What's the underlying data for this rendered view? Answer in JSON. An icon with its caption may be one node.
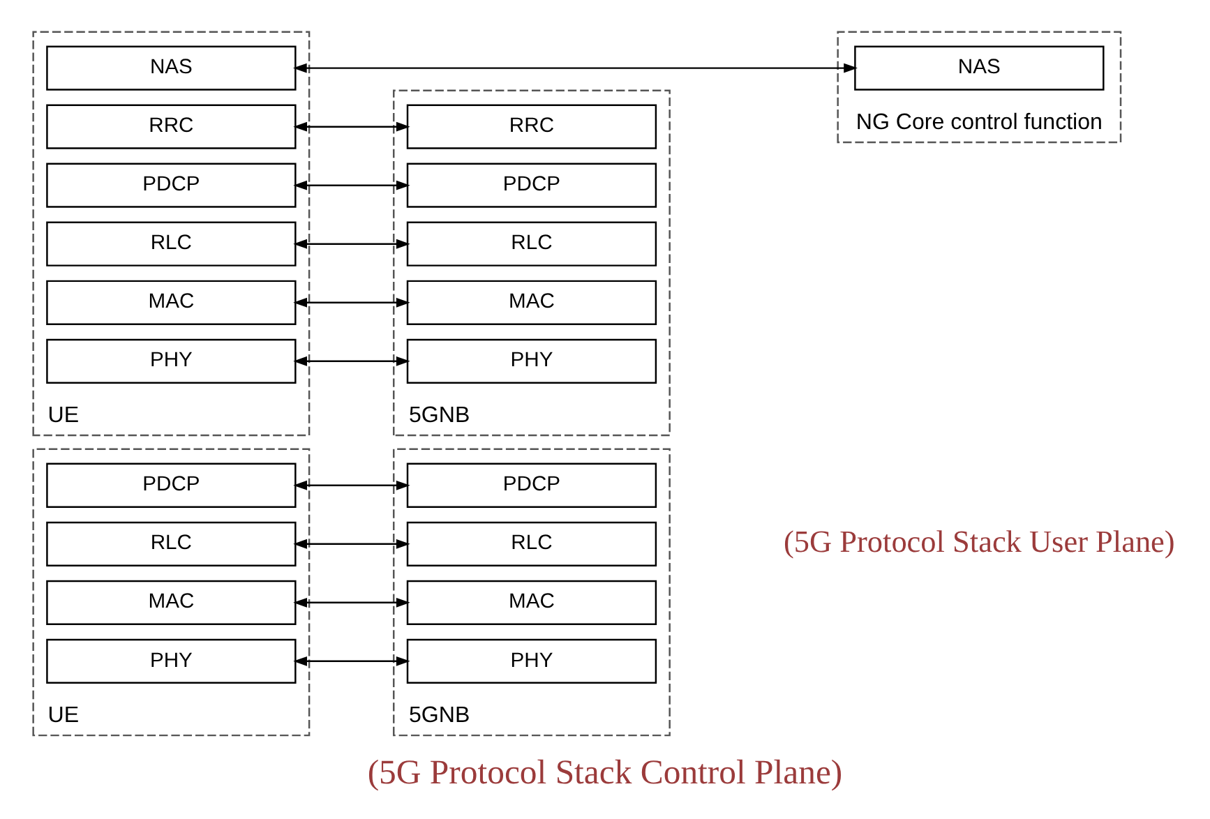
{
  "diagram": {
    "caption": "(5G Protocol Stack Control Plane)",
    "nodes": [
      {
        "text": [
          "UE"
        ]
      },
      {
        "text": [
          "PDCP"
        ],
        "in": 0
      },
      {
        "text": [
          "RLC"
        ],
        "in": 0
      },
      {
        "text": [
          "MAC"
        ],
        "in": 0
      },
      {
        "text": [
          "PHY"
        ],
        "in": 0
      },
      {
        "text": [
          "5GNB"
        ]
      },
      {
        "text": [
          "PDCP"
        ],
        "in": 5
      },
      {
        "text": [
          "RLC"
        ],
        "in": 5
      },
      {
        "text": [
          "MAC"
        ],
        "in": 5
      },
      {
        "text": [
          "PHY"
        ],
        "in": 5
      },
      {
        "text": [
          "UE"
        ]
      },
      {
        "text": [
          "NAS"
        ],
        "in": 10
      },
      {
        "text": [
          "RRC"
        ],
        "in": 10
      },
      {
        "text": [
          "PDCP"
        ],
        "in": 10
      },
      {
        "text": [
          "RLC"
        ],
        "in": 10
      },
      {
        "text": [
          "MAC"
        ],
        "in": 10
      },
      {
        "text": [
          "PHY"
        ],
        "in": 10
      },
      {
        "text": [
          "5GNB"
        ]
      },
      {
        "text": [
          "RRC"
        ],
        "in": 17
      },
      {
        "text": [
          "PDCP"
        ],
        "in": 17
      },
      {
        "text": [
          "RLC"
        ],
        "in": 17
      },
      {
        "text": [
          "MAC"
        ],
        "in": 17
      },
      {
        "text": [
          "PHY"
        ],
        "in": 17
      },
      {
        "text": [
          "NG Core control function"
        ]
      },
      {
        "text": [
          "NAS"
        ],
        "in": 23
      }
    ],
    "edges": [
      {
        "from": 1,
        "to": 6,
        "arrow": "both"
      },
      {
        "from": 2,
        "to": 7,
        "arrow": "both"
      },
      {
        "from": 3,
        "to": 8,
        "arrow": "both"
      },
      {
        "from": 4,
        "to": 9,
        "arrow": "both"
      },
      {
        "from": 11,
        "to": 24,
        "arrow": "both"
      },
      {
        "from": 12,
        "to": 18,
        "arrow": "both"
      },
      {
        "from": 13,
        "to": 19,
        "arrow": "both"
      },
      {
        "from": 14,
        "to": 20,
        "arrow": "both"
      },
      {
        "from": 15,
        "to": 21,
        "arrow": "both"
      },
      {
        "from": 16,
        "to": 22,
        "arrow": "both"
      }
    ],
    "labels": [
      "(5G Protocol Stack User Plane)"
    ]
  }
}
